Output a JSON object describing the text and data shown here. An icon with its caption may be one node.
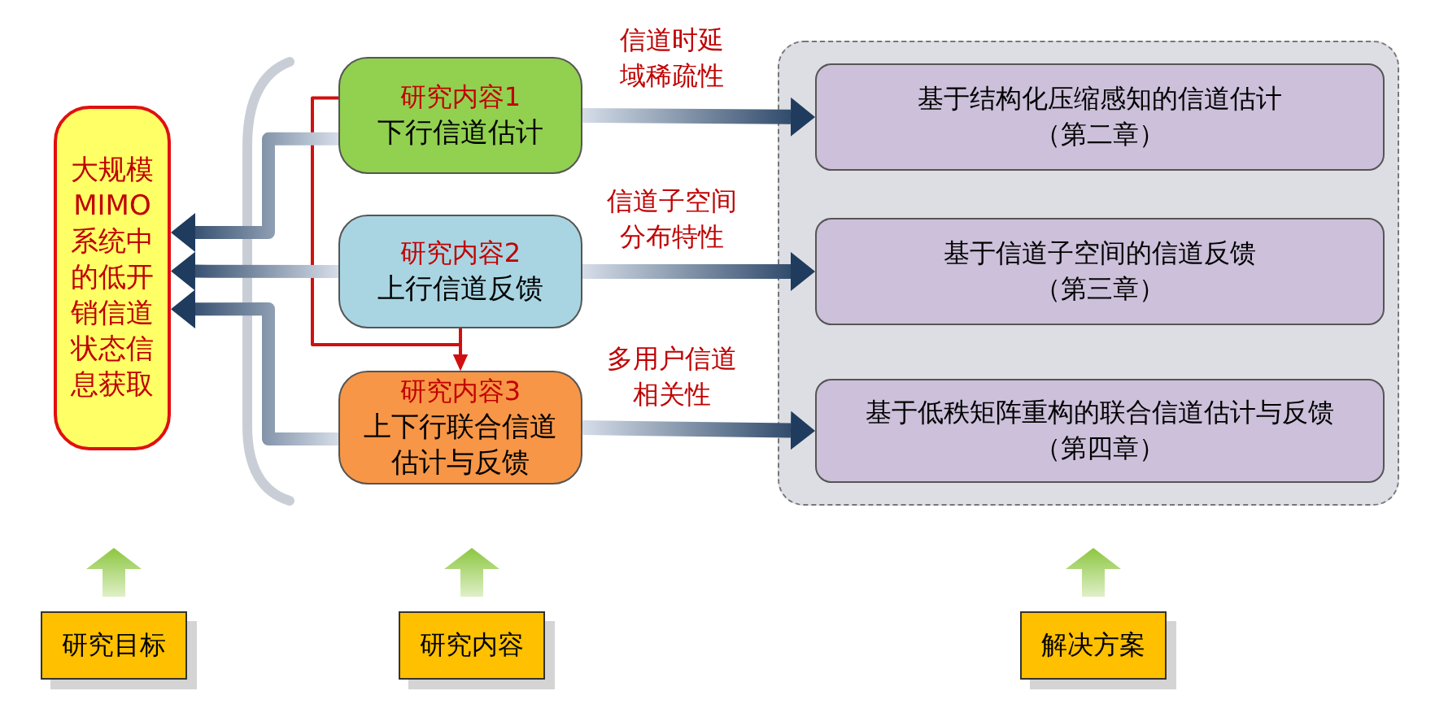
{
  "diagram": {
    "nodes": [
      {
        "text": [
          "大规模MIMO系统中的低开销信道状态信息获取"
        ]
      },
      {
        "text": [
          "研究内容1",
          "下行信道估计"
        ]
      },
      {
        "text": [
          "研究内容2",
          "上行信道反馈"
        ]
      },
      {
        "text": [
          "研究内容3",
          "上下行联合信道估计与反馈"
        ]
      },
      {
        "text": [],
        "shape": "box"
      },
      {
        "text": [
          "基于结构化压缩感知的信道估计",
          "（第二章）"
        ],
        "in": 4
      },
      {
        "text": [
          "基于信道子空间的信道反馈",
          "（第三章）"
        ],
        "in": 4
      },
      {
        "text": [
          "基于低秩矩阵重构的联合信道估计与反馈",
          "（第四章）"
        ],
        "in": 4
      },
      {
        "text": [
          "研究目标"
        ]
      },
      {
        "text": [
          "研究内容"
        ]
      },
      {
        "text": [
          "解决方案"
        ]
      }
    ],
    "edges": [
      {
        "from": 1,
        "to": 5,
        "arrow": "to",
        "label": "信道时延域稀疏性"
      },
      {
        "from": 2,
        "to": 6,
        "arrow": "to",
        "label": "信道子空间分布特性"
      },
      {
        "from": 3,
        "to": 7,
        "arrow": "to",
        "label": "多用户信道相关性"
      },
      {
        "from": 1,
        "to": 3,
        "arrow": "to",
        "color": "#d01010"
      },
      {
        "from": 2,
        "to": 3,
        "arrow": "to",
        "color": "#d01010"
      },
      {
        "from": 1,
        "to": 0,
        "arrow": "to"
      },
      {
        "from": 2,
        "to": 0,
        "arrow": "to"
      },
      {
        "from": 3,
        "to": 0,
        "arrow": "to"
      }
    ]
  }
}
